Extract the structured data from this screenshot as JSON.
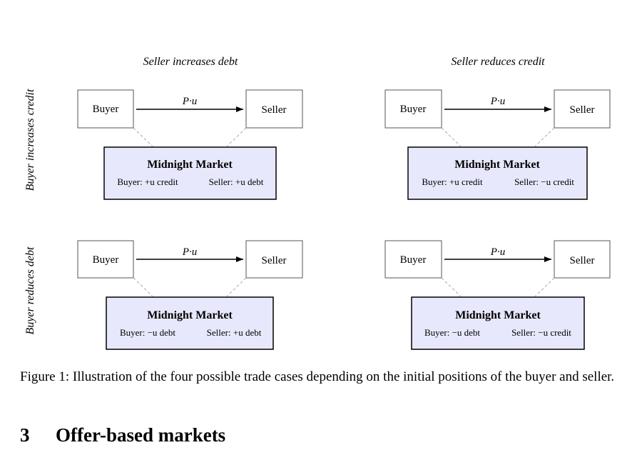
{
  "figure": {
    "column_headers": [
      "Seller increases debt",
      "Seller reduces credit"
    ],
    "row_headers": [
      "Buyer increases credit",
      "Buyer reduces debt"
    ],
    "party_labels": {
      "buyer": "Buyer",
      "seller": "Seller"
    },
    "price_label": "P·u",
    "market_title": "Midnight Market",
    "panels": [
      {
        "buyer_effect": "Buyer: +u credit",
        "seller_effect": "Seller: +u debt"
      },
      {
        "buyer_effect": "Buyer: +u credit",
        "seller_effect": "Seller: −u credit"
      },
      {
        "buyer_effect": "Buyer: −u debt",
        "seller_effect": "Seller: +u debt"
      },
      {
        "buyer_effect": "Buyer: −u debt",
        "seller_effect": "Seller: −u credit"
      }
    ]
  },
  "caption": "Figure 1: Illustration of the four possible trade cases depending on the initial positions of the buyer and seller.",
  "section": {
    "number": "3",
    "title": "Offer-based markets"
  }
}
